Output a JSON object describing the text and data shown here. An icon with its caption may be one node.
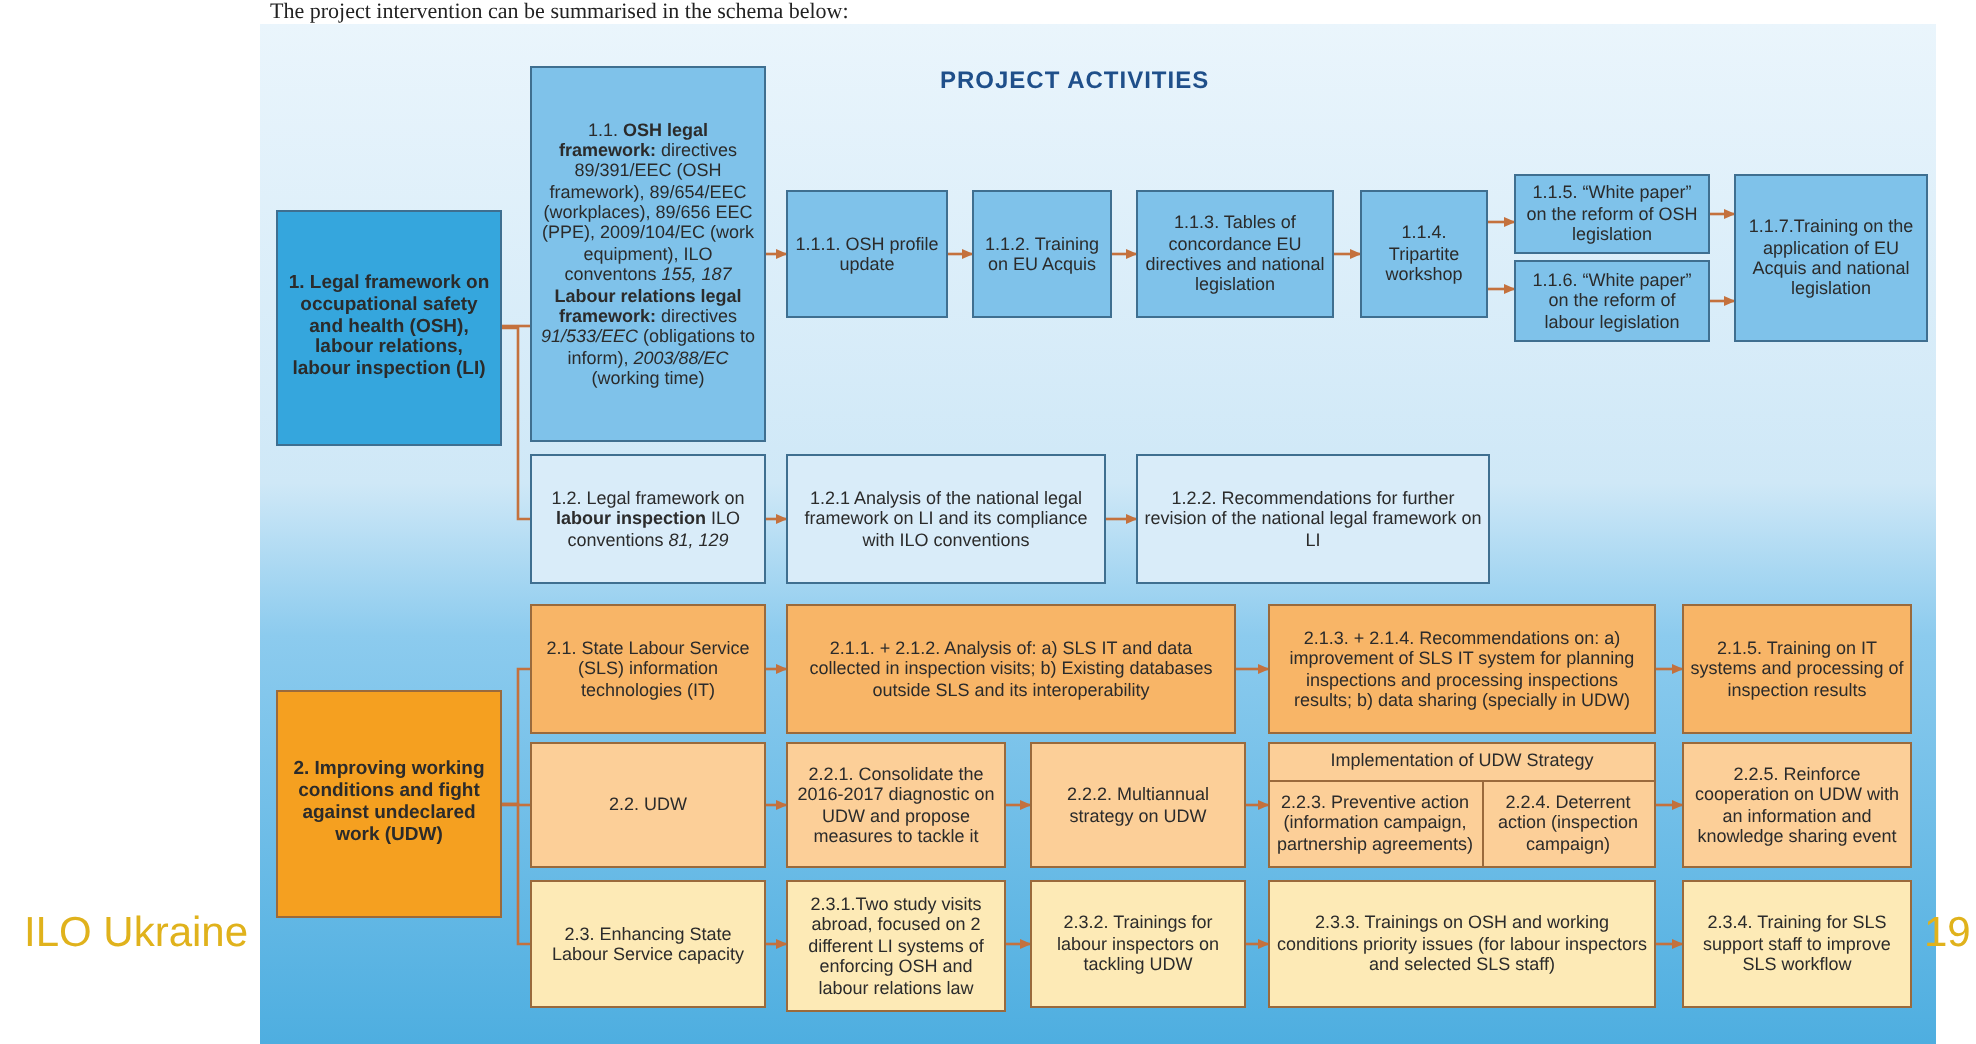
{
  "diagram": {
    "title": "PROJECT ACTIVITIES",
    "nodes": [
      {
        "text": [
          "1. Legal framework on occupational safety and health (OSH), labour relations, labour inspection (LI)"
        ]
      },
      {
        "text": [
          "1.1. **OSH legal framework:** directives 89/391/EEC (OSH framework), 89/654/EEC (workplaces), 89/656 EEC (PPE), 2009/104/EC (work equipment), ILO conventons *155, 187*",
          "**Labour relations legal framework:** directives *91/533/EEC* (obligations to inform), *2003/88/EC* (working time)"
        ]
      },
      {
        "text": [
          "1.1.1. OSH profile update"
        ]
      },
      {
        "text": [
          "1.1.2. Training on EU Acquis"
        ]
      },
      {
        "text": [
          "1.1.3. Tables of concordance EU directives and national legislation"
        ]
      },
      {
        "text": [
          "1.1.4. Tripartite workshop"
        ]
      },
      {
        "text": [
          "1.1.5. “White paper” on the reform of OSH legislation"
        ]
      },
      {
        "text": [
          "1.1.6. “White paper” on the reform of labour legislation"
        ]
      },
      {
        "text": [
          "1.1.7.Training on the application of EU Acquis and national legislation"
        ]
      },
      {
        "text": [
          "1.2. Legal framework on **labour inspection** ILO conventions *81, 129*"
        ]
      },
      {
        "text": [
          "1.2.1 Analysis of the national legal framework on LI and its compliance with ILO conventions"
        ]
      },
      {
        "text": [
          "1.2.2. Recommendations for further revision of the national legal framework on LI"
        ]
      },
      {
        "text": [
          "2. Improving working conditions and fight against undeclared work (UDW)"
        ]
      },
      {
        "text": [
          "2.1. State Labour Service (SLS) information technologies (IT)"
        ]
      },
      {
        "text": [
          "2.1.1. + 2.1.2. Analysis of: a) SLS IT and data collected in inspection visits; b) Existing databases outside SLS and its interoperability"
        ]
      },
      {
        "text": [
          "2.1.3. + 2.1.4. Recommendations on: a) improvement of SLS IT system for planning inspections and processing inspections results; b) data sharing (specially in UDW)"
        ]
      },
      {
        "text": [
          "2.1.5. Training on IT systems and processing of inspection results"
        ]
      },
      {
        "text": [
          "2.2. UDW"
        ]
      },
      {
        "text": [
          "2.2.1. Consolidate the 2016-2017 diagnostic on UDW and propose measures to tackle it"
        ]
      },
      {
        "text": [
          "2.2.2. Multiannual strategy on UDW"
        ]
      },
      {
        "text": [
          "Implementation of UDW Strategy"
        ]
      },
      {
        "text": [
          "2.2.3. Preventive action (information campaign, partnership agreements)"
        ],
        "in": 20
      },
      {
        "text": [
          "2.2.4. Deterrent action (inspection campaign)"
        ],
        "in": 20
      },
      {
        "text": [
          "2.2.5. Reinforce cooperation on UDW with an information and knowledge sharing event"
        ]
      },
      {
        "text": [
          "2.3. Enhancing State Labour Service capacity"
        ]
      },
      {
        "text": [
          "2.3.1.Two study visits abroad, focused on 2 different LI systems of enforcing OSH and labour relations law"
        ]
      },
      {
        "text": [
          "2.3.2. Trainings for labour inspectors on tackling UDW"
        ]
      },
      {
        "text": [
          "2.3.3. Trainings on OSH and working conditions priority issues (for labour inspectors and selected SLS staff)"
        ]
      },
      {
        "text": [
          "2.3.4. Training for SLS support staff to improve SLS workflow"
        ]
      }
    ],
    "edges": [
      {
        "from": 0,
        "to": 1,
        "arrow": "none"
      },
      {
        "from": 0,
        "to": 9,
        "arrow": "none"
      },
      {
        "from": 1,
        "to": 2,
        "arrow": "to"
      },
      {
        "from": 2,
        "to": 3,
        "arrow": "to"
      },
      {
        "from": 3,
        "to": 4,
        "arrow": "to"
      },
      {
        "from": 4,
        "to": 5,
        "arrow": "to"
      },
      {
        "from": 5,
        "to": 6,
        "arrow": "to"
      },
      {
        "from": 5,
        "to": 7,
        "arrow": "to"
      },
      {
        "from": 6,
        "to": 8,
        "arrow": "to"
      },
      {
        "from": 7,
        "to": 8,
        "arrow": "to"
      },
      {
        "from": 9,
        "to": 10,
        "arrow": "to"
      },
      {
        "from": 10,
        "to": 11,
        "arrow": "to"
      },
      {
        "from": 12,
        "to": 13,
        "arrow": "none"
      },
      {
        "from": 12,
        "to": 17,
        "arrow": "none"
      },
      {
        "from": 12,
        "to": 24,
        "arrow": "none"
      },
      {
        "from": 13,
        "to": 14,
        "arrow": "to"
      },
      {
        "from": 14,
        "to": 15,
        "arrow": "to"
      },
      {
        "from": 15,
        "to": 16,
        "arrow": "to"
      },
      {
        "from": 17,
        "to": 18,
        "arrow": "to"
      },
      {
        "from": 18,
        "to": 19,
        "arrow": "to"
      },
      {
        "from": 19,
        "to": 20,
        "arrow": "to"
      },
      {
        "from": 20,
        "to": 23,
        "arrow": "to"
      },
      {
        "from": 24,
        "to": 25,
        "arrow": "to"
      },
      {
        "from": 25,
        "to": 26,
        "arrow": "to"
      },
      {
        "from": 26,
        "to": 27,
        "arrow": "to"
      },
      {
        "from": 27,
        "to": 28,
        "arrow": "to"
      }
    ],
    "labels": [
      "The project intervention can be summarised in the schema below:",
      "ILO Ukraine",
      "19"
    ]
  }
}
